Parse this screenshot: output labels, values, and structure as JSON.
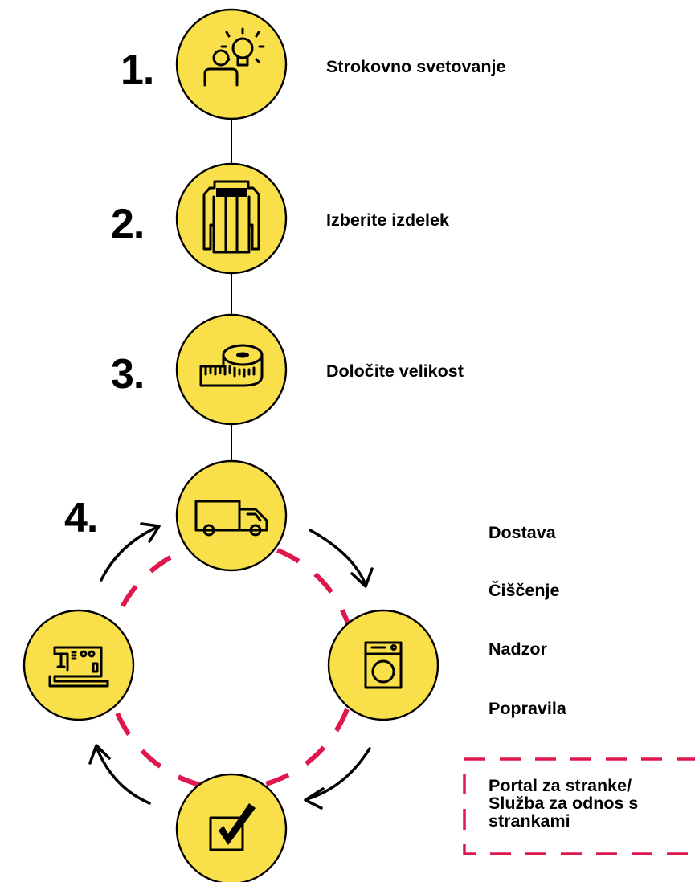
{
  "steps": [
    {
      "number": "1.",
      "label": "Strokovno svetovanje",
      "icon": "consultant-lightbulb-icon"
    },
    {
      "number": "2.",
      "label": "Izberite izdelek",
      "icon": "garment-icon"
    },
    {
      "number": "3.",
      "label": "Določite velikost",
      "icon": "measuring-tape-icon"
    },
    {
      "number": "4.",
      "icon": "delivery-truck-icon"
    }
  ],
  "cycle": {
    "icons": [
      "delivery-truck-icon",
      "washing-machine-icon",
      "checkbox-icon",
      "sewing-machine-icon"
    ],
    "labels": [
      "Dostava",
      "Čiščenje",
      "Nadzor",
      "Popravila"
    ]
  },
  "portal": {
    "line1": "Portal za stranke/",
    "line2": "Služba za odnos s",
    "line3": "strankami"
  },
  "colors": {
    "circle_fill": "#f9e04b",
    "accent_red": "#e0174f",
    "text": "#000000"
  }
}
